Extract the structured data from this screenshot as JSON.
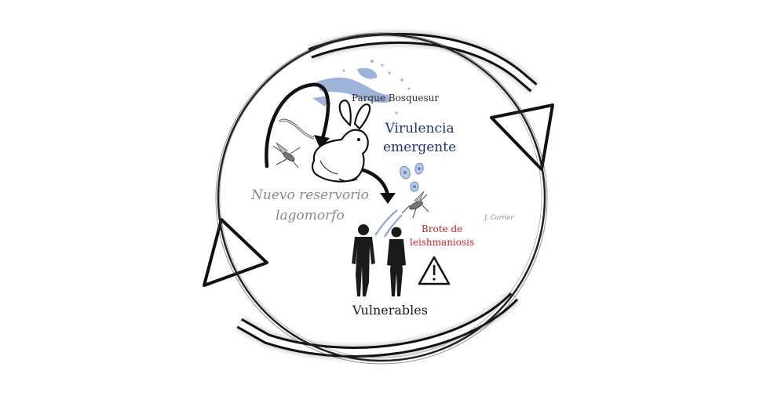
{
  "labels": {
    "park": "Parque Bosquesur",
    "virulence_line1": "Virulencia",
    "virulence_line2": "emergente",
    "reservoir_line1": "Nuevo reservorio",
    "reservoir_line2": "lagomorfo",
    "outbreak_line1": "Brote de",
    "outbreak_line2": "leishmaniosis",
    "vulnerable": "Vulnerables",
    "signature": "J. Carrier"
  },
  "icons": {
    "cycle": "circular-arrows-icon",
    "rabbit": "rabbit-icon",
    "sandfly": "sandfly-icon",
    "parasite": "promastigote-icon",
    "amastigote": "amastigote-icon",
    "humans": "human-figures-icon",
    "warning": "warning-triangle-icon",
    "map": "lake-map-icon"
  },
  "colors": {
    "virulence": "#1f3468",
    "reservoir": "#8a8a8a",
    "outbreak": "#c0272d",
    "map": "#8fa6d2",
    "ink": "#111111"
  }
}
